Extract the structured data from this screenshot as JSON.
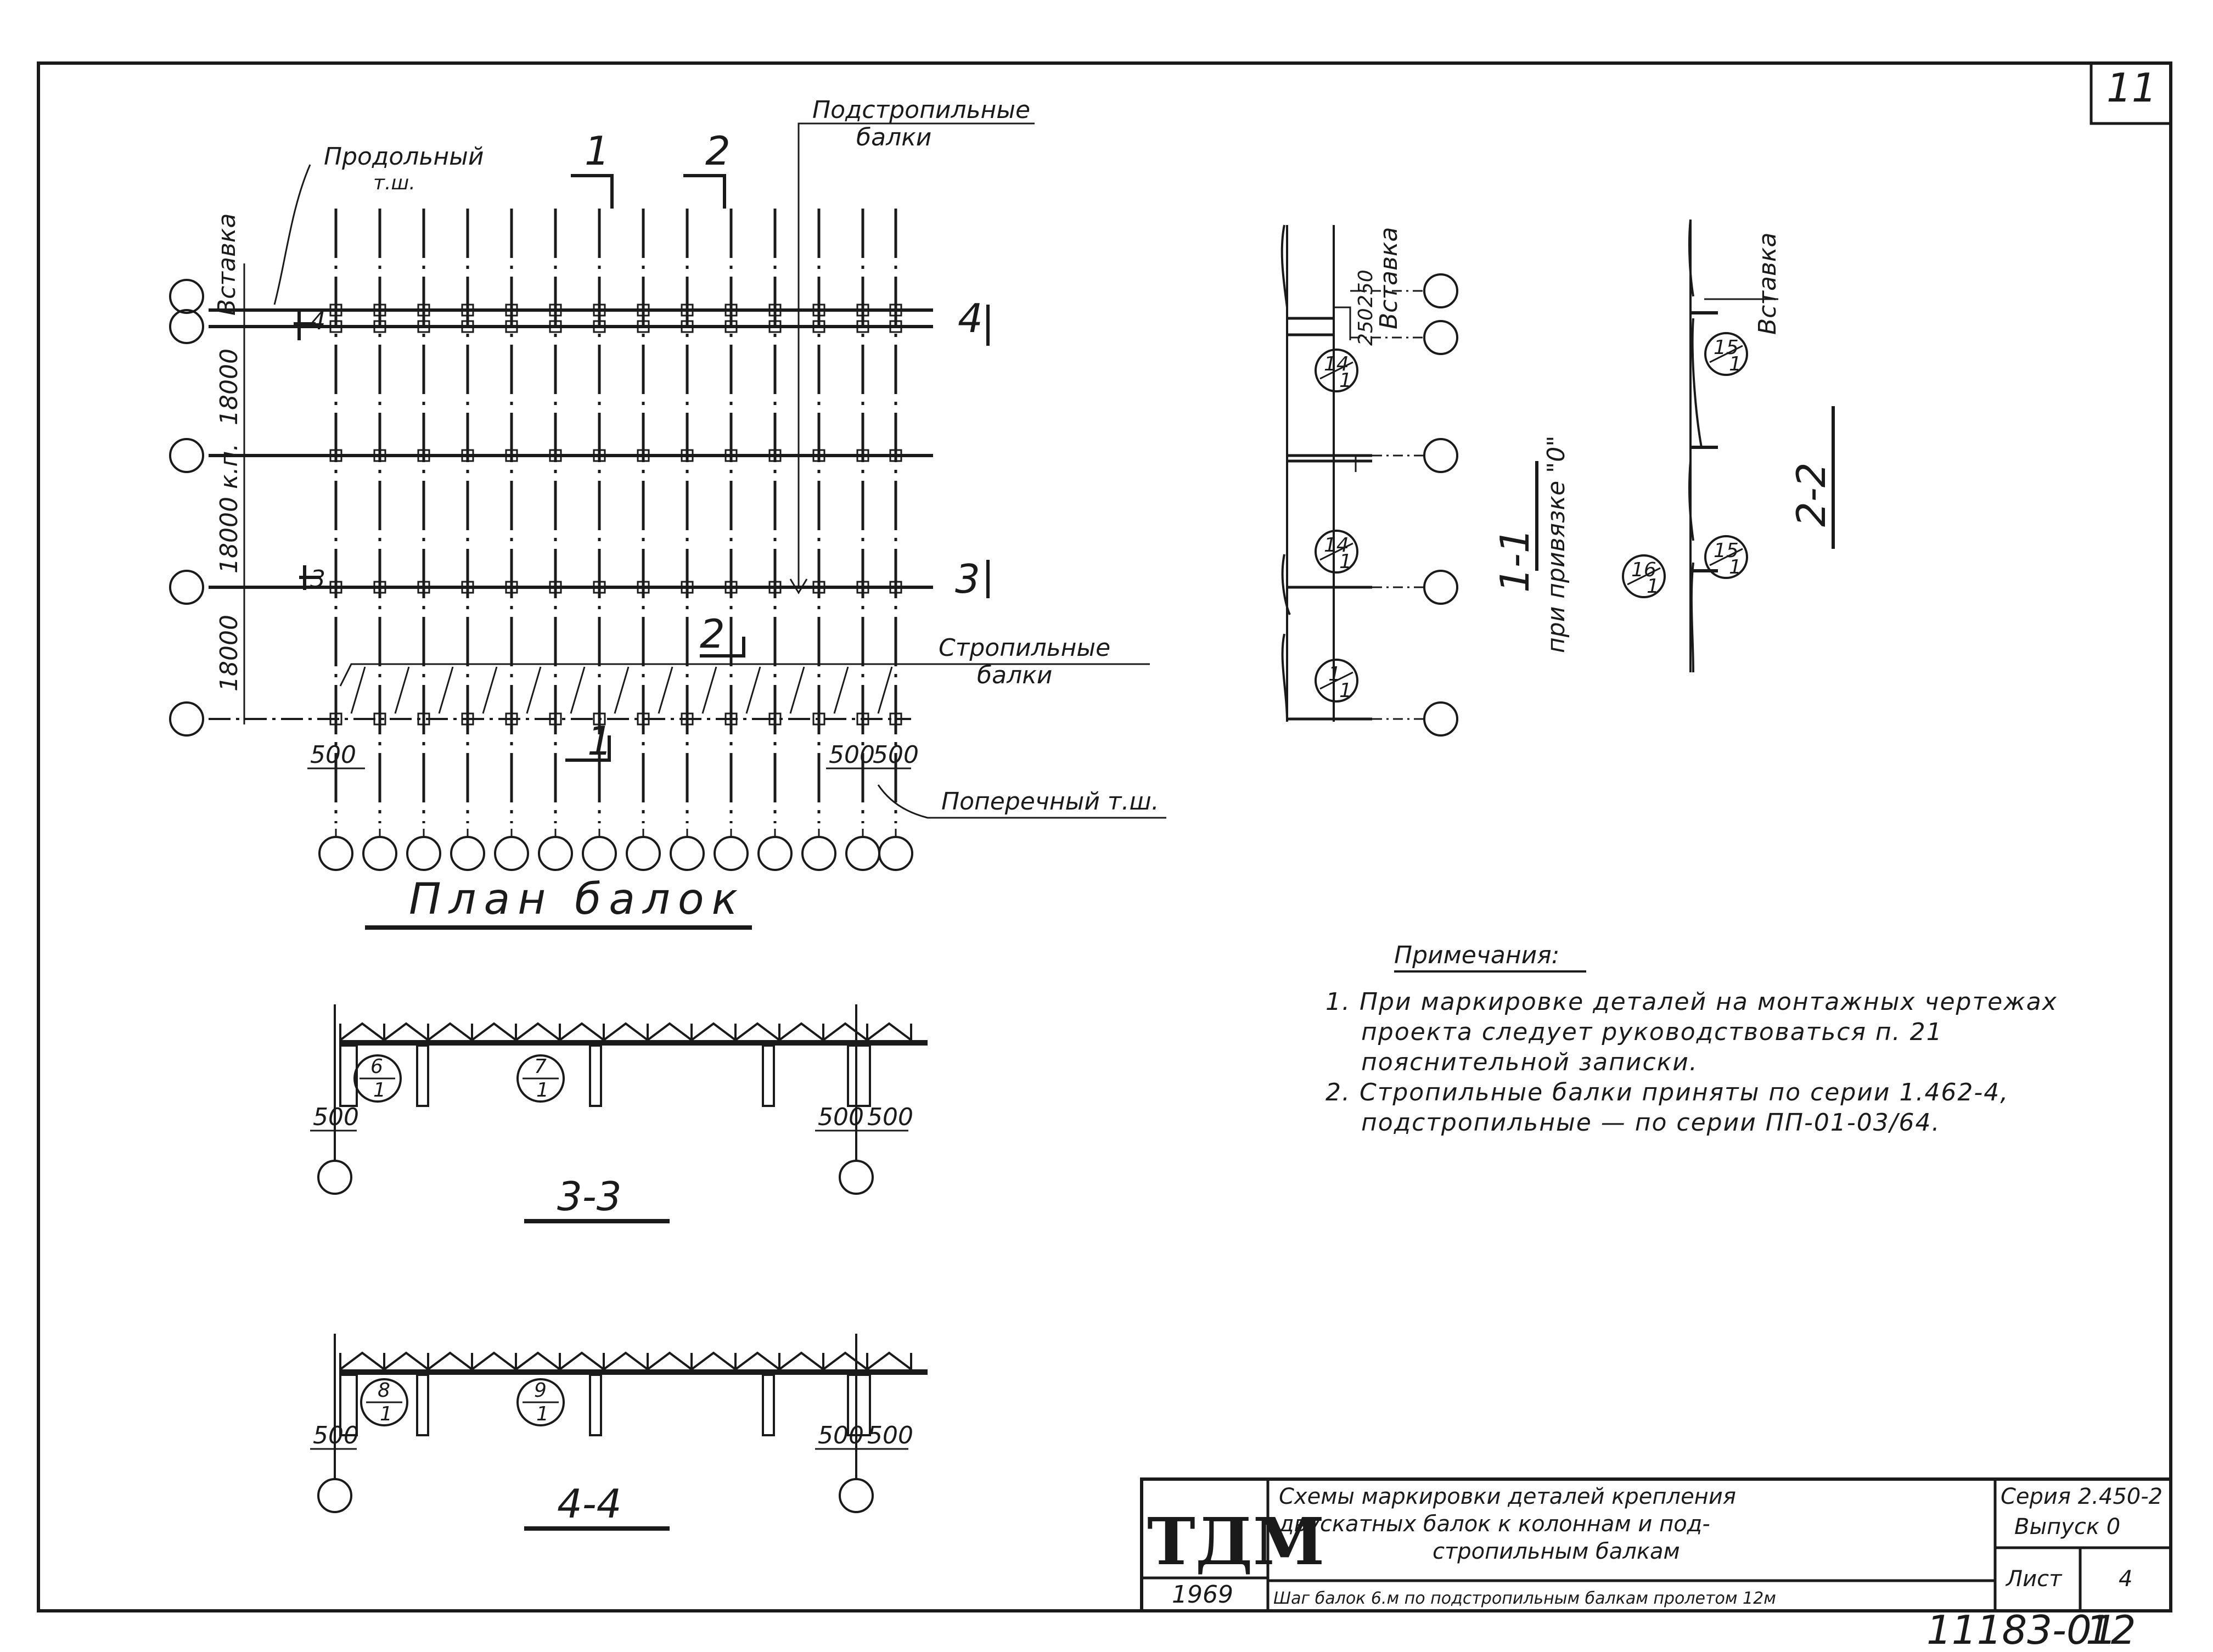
{
  "sheet": {
    "number": "11"
  },
  "plan": {
    "title": "План балок",
    "labels": {
      "longitudinal_seam_1": "Продольный",
      "longitudinal_seam_2": "т.ш.",
      "insert": "Вставка",
      "subrafter_beams_1": "Подстропильные",
      "subrafter_beams_2": "балки",
      "rafter_beams_1": "Стропильные",
      "rafter_beams_2": "балки",
      "transverse_seam": "Поперечный т.ш."
    },
    "spacings": [
      "18000",
      "18000 к.п.",
      "18000"
    ],
    "dims": {
      "left": "500",
      "right_a": "500",
      "right_b": "500"
    },
    "section_marks": [
      "1",
      "2",
      "2",
      "1",
      "3",
      "3",
      "4",
      "4"
    ]
  },
  "section_1_1": {
    "label": "1-1",
    "caption": "при привязке \"0\"",
    "insert": "Вставка",
    "dims": [
      "250",
      "250"
    ],
    "callouts": [
      {
        "top": "14",
        "bottom": "1"
      },
      {
        "top": "14",
        "bottom": "1"
      },
      {
        "top": "1",
        "bottom": "1"
      }
    ]
  },
  "section_2_2": {
    "label": "2-2",
    "insert": "Вставка",
    "callouts": [
      {
        "top": "15",
        "bottom": "1"
      },
      {
        "top": "15",
        "bottom": "1"
      },
      {
        "top": "16",
        "bottom": "1"
      }
    ]
  },
  "section_3_3": {
    "label": "3-3",
    "dims": [
      "500",
      "500",
      "500"
    ],
    "callouts": [
      {
        "top": "6",
        "bottom": "1"
      },
      {
        "top": "7",
        "bottom": "1"
      }
    ]
  },
  "section_4_4": {
    "label": "4-4",
    "dims": [
      "500",
      "500",
      "500"
    ],
    "callouts": [
      {
        "top": "8",
        "bottom": "1"
      },
      {
        "top": "9",
        "bottom": "1"
      }
    ]
  },
  "notes": {
    "title": "Примечания:",
    "lines": [
      "1. При маркировке деталей на монтажных чертежах",
      "проекта следует руководствоваться п. 21",
      "пояснительной записки.",
      "2. Стропильные балки приняты по серии 1.462-4,",
      "подстропильные — по серии ПП-01-03/64."
    ]
  },
  "title_block": {
    "org": "ТДМ",
    "year": "1969",
    "title_lines": [
      "Схемы маркировки деталей крепления",
      "двускатных балок к колоннам и под-",
      "стропильным балкам"
    ],
    "subtitle": "Шаг балок 6.м по подстропильным балкам пролетом 12м",
    "series_1": "Серия 2.450-2",
    "series_2": "Выпуск 0",
    "sheet_label": "Лист",
    "sheet_value": "4"
  },
  "archive_number": "11183-01",
  "archive_page": "12"
}
